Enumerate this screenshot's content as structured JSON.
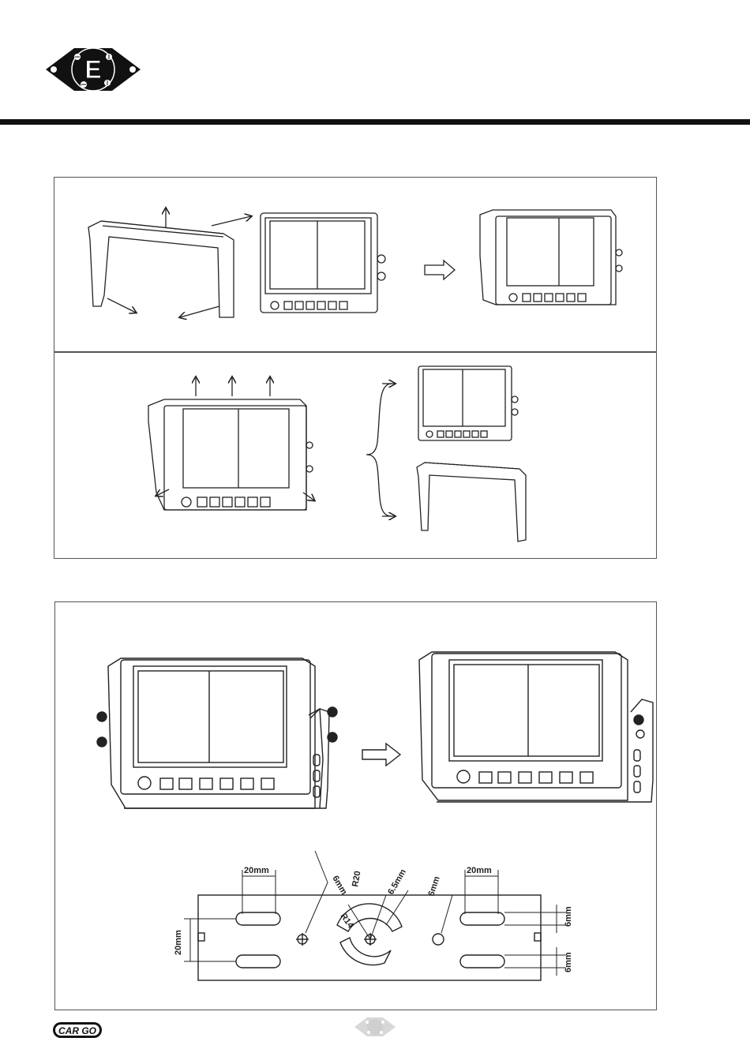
{
  "header": {
    "logo_letter": "E",
    "logo_icon": "emblem-diamond-icon"
  },
  "mounting": {
    "dimensions": {
      "left_slot_width": "20mm",
      "right_slot_width": "20mm",
      "side_height": "20mm",
      "hole_a": "6mm",
      "radius_outer": "R20",
      "radius_inner": "R14",
      "hole_b": "6.5mm",
      "hole_c": "6mm",
      "slot_top": "6mm",
      "slot_bottom": "6mm"
    }
  },
  "footer": {
    "brand": "CAR GO",
    "page_icon": "page-diamond-icon"
  }
}
